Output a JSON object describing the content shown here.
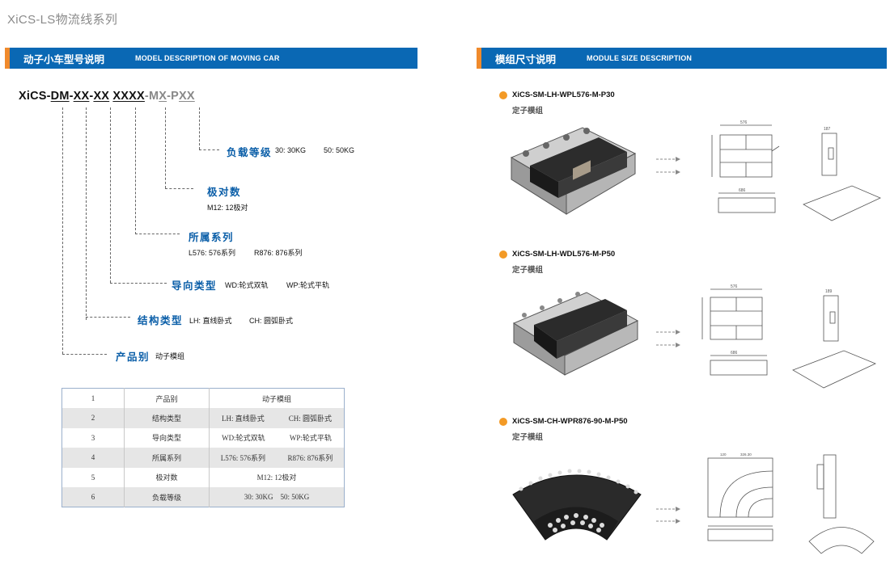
{
  "page_title": "XiCS-LS物流线系列",
  "left_section": {
    "title_zh": "动子小车型号说明",
    "title_en": "MODEL DESCRIPTION OF MOVING CAR",
    "model_code": {
      "prefix": "XiCS-",
      "dm": "DM",
      "sep1": "-",
      "xx1": "XX",
      "sep2": "-",
      "xx2": "XX",
      "space": " ",
      "xxxx": "XXXX",
      "sep3": "-",
      "m": "M",
      "x": "X",
      "sep4": "-",
      "p": "P",
      "pxx": "XX"
    },
    "fields": [
      {
        "label": "负载等级",
        "options": [
          "30: 30KG",
          "50: 50KG"
        ]
      },
      {
        "label": "极对数",
        "options": [
          "M12: 12极对"
        ]
      },
      {
        "label": "所属系列",
        "options": [
          "L576: 576系列",
          "R876: 876系列"
        ]
      },
      {
        "label": "导向类型",
        "options": [
          "WD:轮式双轨",
          "WP:轮式平轨"
        ]
      },
      {
        "label": "结构类型",
        "options": [
          "LH: 直线卧式",
          "CH: 圆弧卧式"
        ]
      },
      {
        "label": "产品别",
        "options": [
          "动子模组"
        ]
      }
    ],
    "table": [
      {
        "no": "1",
        "name": "产品别",
        "values": [
          "动子模组"
        ]
      },
      {
        "no": "2",
        "name": "结构类型",
        "values": [
          "LH: 直线卧式",
          "CH: 圆弧卧式"
        ]
      },
      {
        "no": "3",
        "name": "导向类型",
        "values": [
          "WD:轮式双轨",
          "WP:轮式平轨"
        ]
      },
      {
        "no": "4",
        "name": "所属系列",
        "values": [
          "L576: 576系列",
          "R876: 876系列"
        ]
      },
      {
        "no": "5",
        "name": "极对数",
        "values": [
          "M12: 12极对"
        ]
      },
      {
        "no": "6",
        "name": "负载等级",
        "values": [
          "30: 30KG    50: 50KG"
        ]
      }
    ]
  },
  "right_section": {
    "title_zh": "模组尺寸说明",
    "title_en": "MODULE SIZE DESCRIPTION",
    "items": [
      {
        "model": "XiCS-SM-LH-WPL576-M-P30",
        "subtitle": "定子模组"
      },
      {
        "model": "XiCS-SM-LH-WDL576-M-P50",
        "subtitle": "定子模组"
      },
      {
        "model": "XiCS-SM-CH-WPR876-90-M-P50",
        "subtitle": "定子模组"
      }
    ]
  },
  "colors": {
    "header_blue": "#0a68b4",
    "accent_orange": "#f08a2c",
    "label_blue": "#0a5ea8",
    "bullet_orange": "#f39a26"
  }
}
